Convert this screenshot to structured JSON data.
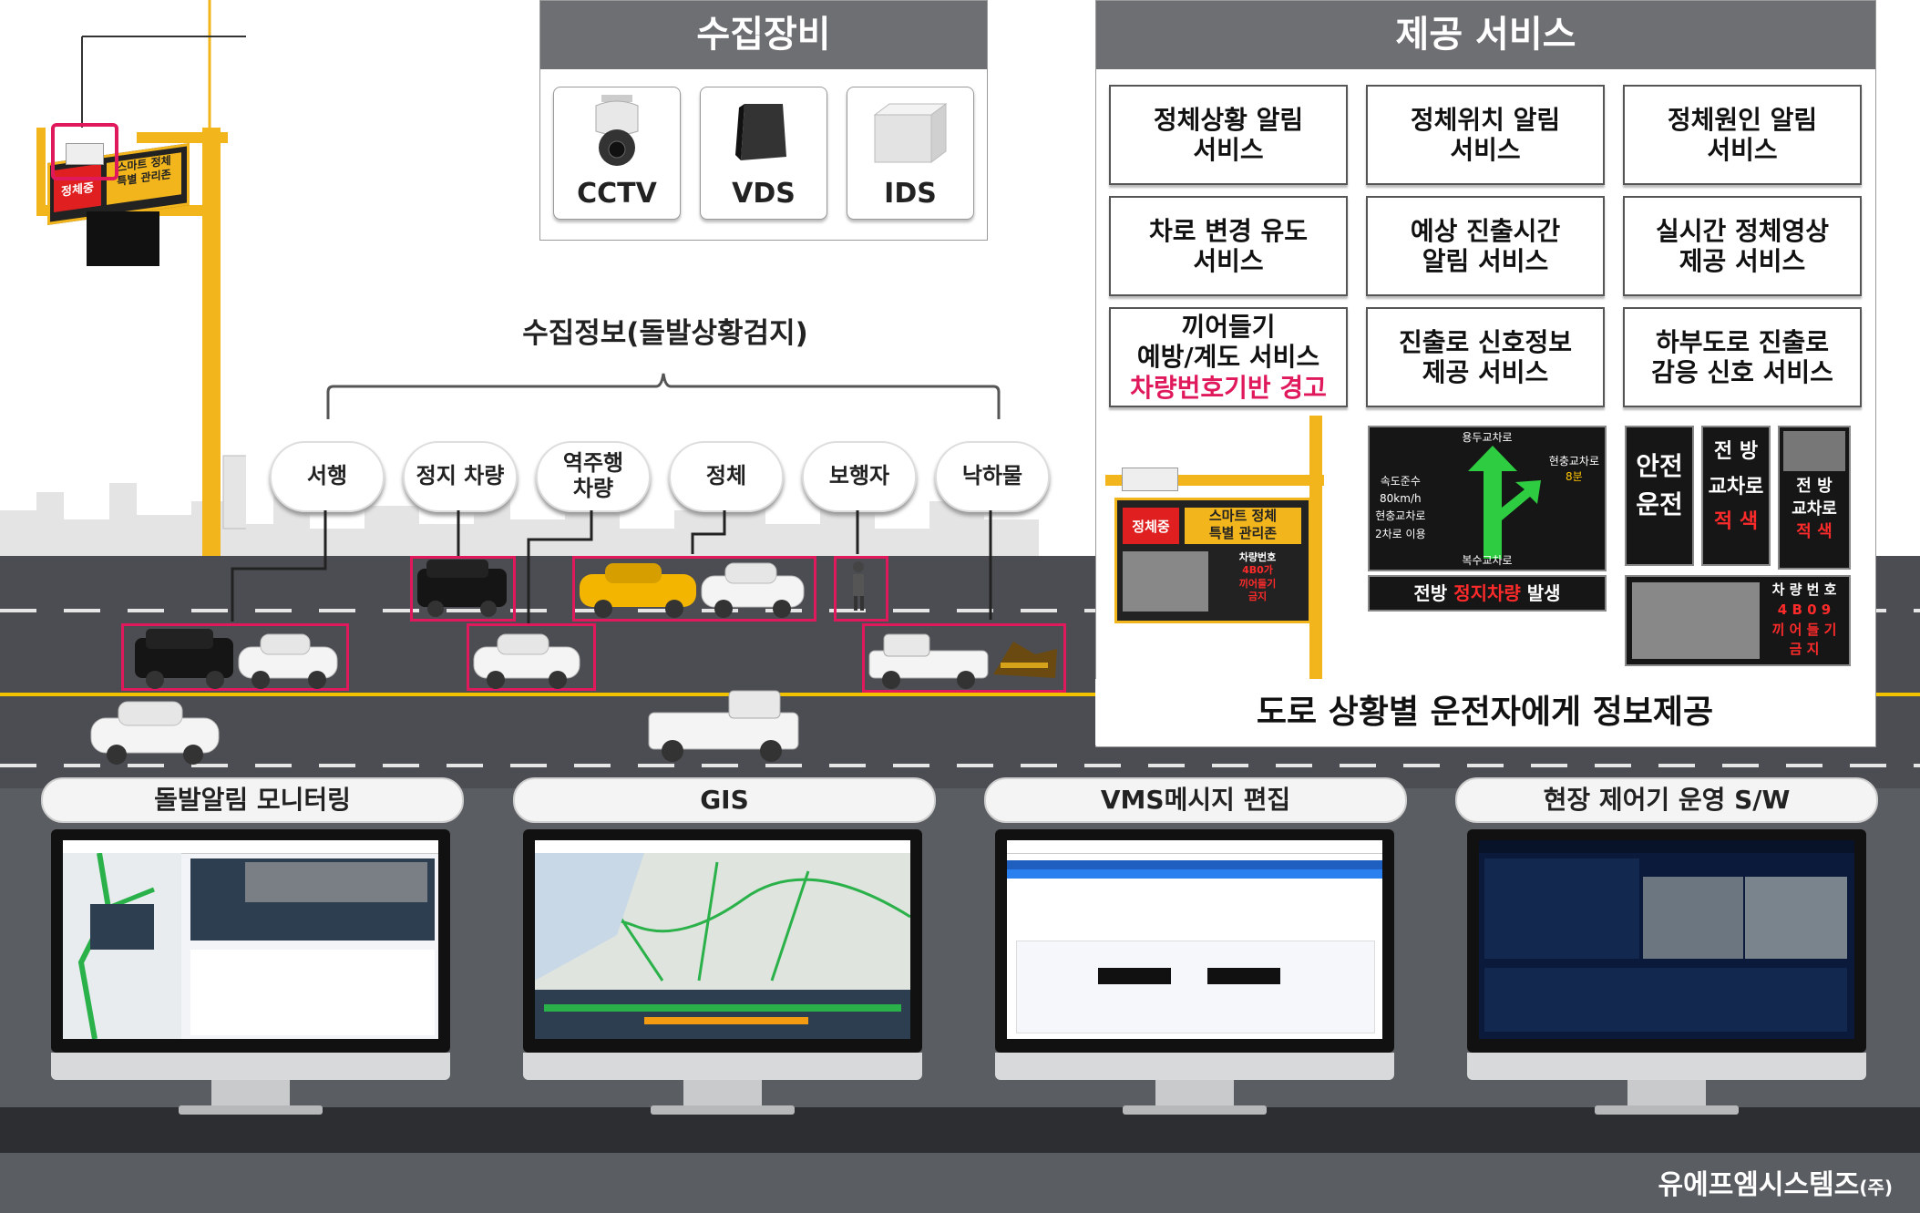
{
  "equipment": {
    "title": "수집장비",
    "items": [
      {
        "label": "CCTV",
        "icon": "cctv-camera-icon"
      },
      {
        "label": "VDS",
        "icon": "vds-sensor-icon"
      },
      {
        "label": "IDS",
        "icon": "ids-box-icon"
      }
    ]
  },
  "services": {
    "title": "제공 서비스",
    "items": [
      {
        "line1": "정체상황 알림",
        "line2": "서비스"
      },
      {
        "line1": "정체위치 알림",
        "line2": "서비스"
      },
      {
        "line1": "정체원인 알림",
        "line2": "서비스"
      },
      {
        "line1": "차로 변경 유도",
        "line2": "서비스"
      },
      {
        "line1": "예상 진출시간",
        "line2": "알림 서비스"
      },
      {
        "line1": "실시간 정체영상",
        "line2": "제공 서비스"
      },
      {
        "line1": "끼어들기",
        "line2": "예방/계도 서비스",
        "line3": "차량번호기반 경고"
      },
      {
        "line1": "진출로 신호정보",
        "line2": "제공 서비스"
      },
      {
        "line1": "하부도로 진출로",
        "line2": "감응 신호 서비스"
      }
    ],
    "footer": "도로 상황별 운전자에게 정보제공"
  },
  "collection": {
    "title": "수집정보(돌발상황검지)",
    "items": [
      "서행",
      "정지 차량",
      "역주행\n차량",
      "정체",
      "보행자",
      "낙하물"
    ]
  },
  "signboard": {
    "left_text": "정체중",
    "right_line1": "스마트 정체",
    "right_line2": "특별 관리존"
  },
  "signboard2": {
    "left_text": "정체중",
    "right_line1": "스마트 정체",
    "right_line2": "특별 관리존",
    "lower_lines": [
      "차량번호",
      "4B0가",
      "끼어들기",
      "금지"
    ]
  },
  "vms_boards": {
    "intersection": {
      "top": "용두교차로",
      "right": "현충교차로",
      "right_time": "8분",
      "left_lines": [
        "속도준수",
        "80km/h",
        "현충교차로",
        "2차로 이용"
      ],
      "bottom": "복수교차로"
    },
    "alert_prefix": "전방",
    "alert_red": "정지차량",
    "alert_suffix": "발생",
    "safe": {
      "l1": "안전",
      "l2": "운전"
    },
    "front1": {
      "l1": "전 방",
      "l2": "교차로",
      "l3": "적 색"
    },
    "front2": {
      "l1": "전 방",
      "l2": "교차로",
      "l3": "적 색"
    },
    "plate": {
      "l1": "차 량 번 호",
      "l2": "4 B 0 9",
      "l3": "끼 어 들 기",
      "l4": "금 지"
    }
  },
  "monitors": [
    {
      "label": "돌발알림 모니터링"
    },
    {
      "label": "GIS"
    },
    {
      "label": "VMS메시지 편집"
    },
    {
      "label": "현장 제어기 운영 S/W"
    }
  ],
  "company": {
    "name": "유에프엠시스템즈",
    "suffix": "(주)"
  },
  "colors": {
    "highlight": "#e0195c",
    "panel_header": "#6d6f73",
    "pole": "#f2b51c",
    "road": "#4b4d52"
  }
}
